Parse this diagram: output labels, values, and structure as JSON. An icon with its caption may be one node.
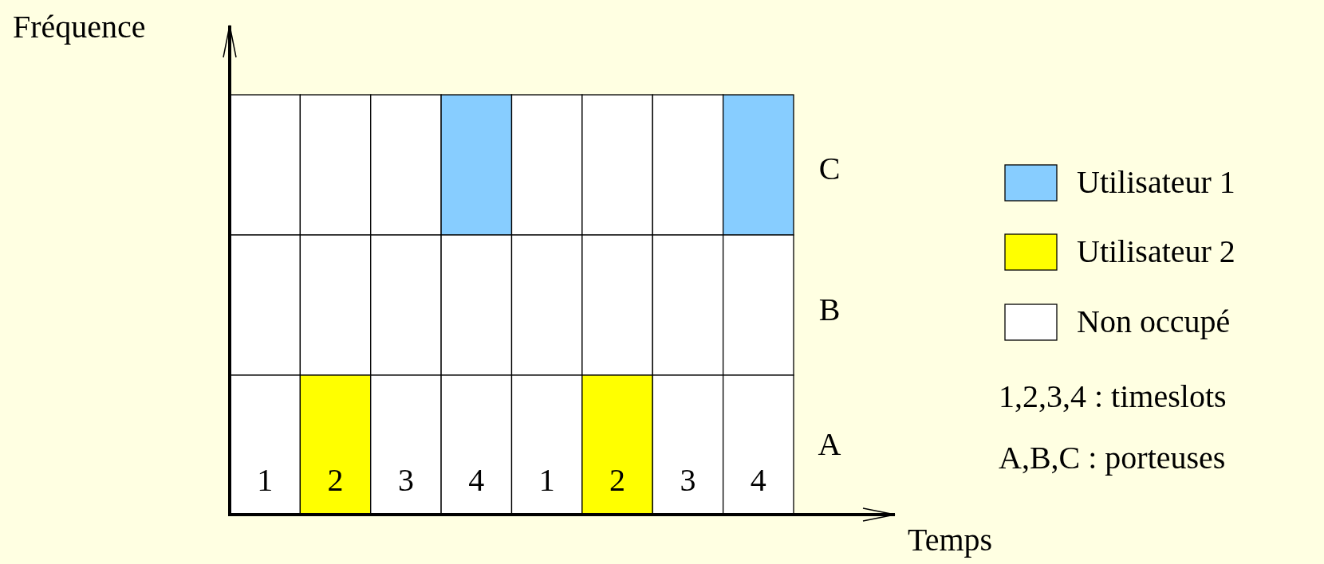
{
  "diagram": {
    "labels": [
      "Fréquence",
      "C",
      "B",
      "A",
      "1",
      "2",
      "3",
      "4",
      "1",
      "2",
      "3",
      "4",
      "Temps",
      "1,2,3,4 : timeslots",
      "A,B,C : porteuses"
    ],
    "legend": [
      {
        "text": "Utilisateur 1",
        "color": "#87cdff"
      },
      {
        "text": "Utilisateur 2",
        "color": "#ffff00"
      },
      {
        "text": "Non occupé",
        "color": "#ffffff"
      }
    ]
  }
}
